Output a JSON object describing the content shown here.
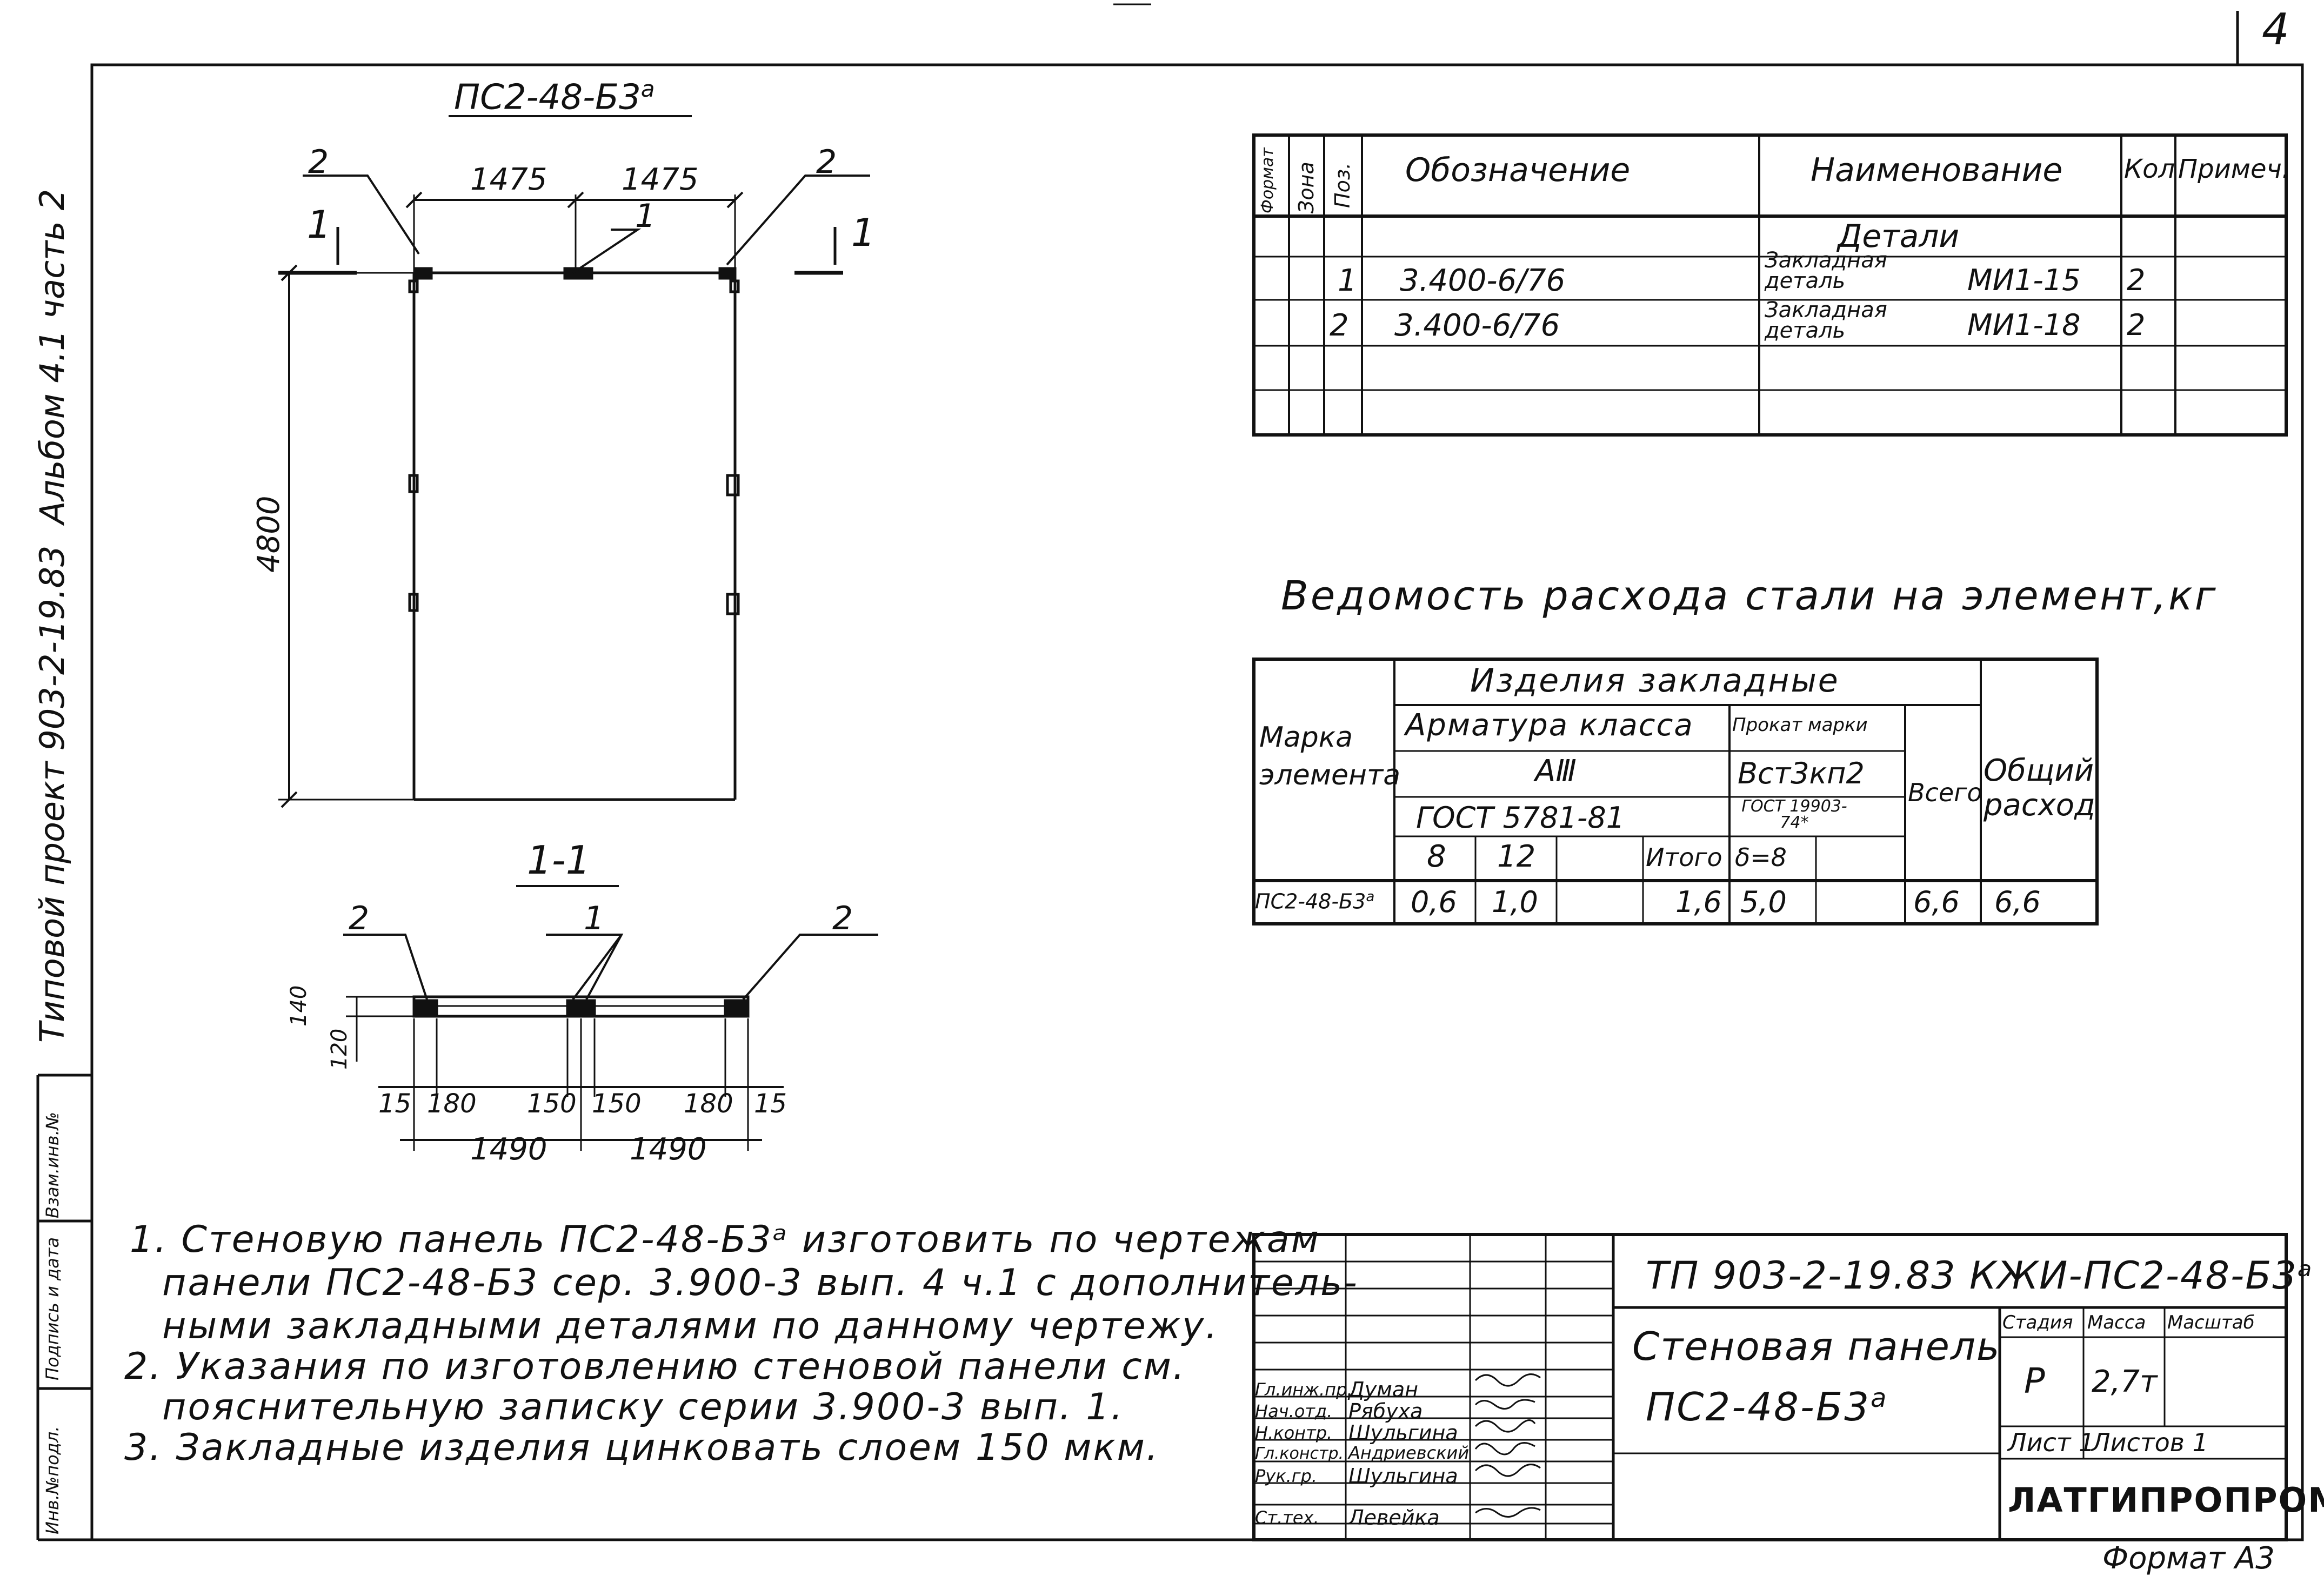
{
  "page": {
    "sheet_number": "4",
    "format": "Формат А3"
  },
  "side": {
    "project": "Типовой проект 903-2-19.83",
    "album": "Альбом 4.1 часть 2",
    "inv_podl": "Инв.№подл.",
    "podp_data": "Подпись и дата",
    "vzam_inv": "Взам.инв.№"
  },
  "plan": {
    "title": "ПС2-48-Б3",
    "title_sup": "a",
    "dim_left": "1475",
    "dim_right": "1475",
    "height": "4800",
    "callout_left": "2",
    "callout_mid": "1",
    "callout_right": "2",
    "section_left": "1",
    "section_right": "1"
  },
  "section": {
    "title": "1-1",
    "callout_left": "2",
    "callout_mid": "1",
    "callout_right": "2",
    "dim_140": "140",
    "dim_120": "120",
    "dims_bottom": [
      "15",
      "180",
      "150",
      "150",
      "180",
      "15"
    ],
    "dim_1490_a": "1490",
    "dim_1490_b": "1490"
  },
  "spec": {
    "h_format": "Формат",
    "h_zona": "Зона",
    "h_poz": "Поз.",
    "h_oboz": "Обозначение",
    "h_naim": "Наименование",
    "h_kol": "Кол",
    "h_prim": "Примеч.",
    "section_header": "Детали",
    "rows": [
      {
        "poz": "1",
        "oboz": "3.400-6/76",
        "naim": "Закладная деталь",
        "mark": "МИ1-15",
        "kol": "2"
      },
      {
        "poz": "2",
        "oboz": "3.400-6/76",
        "naim": "Закладная деталь",
        "mark": "МИ1-18",
        "kol": "2"
      }
    ]
  },
  "steel": {
    "title": "Ведомость расхода стали на элемент,кг",
    "h_izdelia": "Изделия закладные",
    "h_marka": "Марка элемента",
    "h_armatura": "Арматура класса",
    "h_aiii": "АⅢ",
    "h_gost1": "ГОСТ 5781-81",
    "h_prokat": "Прокат марки",
    "h_vst": "Вст3кп2",
    "h_gost2": "ГОСТ 19903-74*",
    "h_vsego": "Всего",
    "h_obshiy": "Общий расход",
    "h_8": "8",
    "h_12": "12",
    "h_itogo": "Итого",
    "h_d8": "δ=8",
    "row": {
      "marka": "ПС2-48-Б3",
      "marka_sup": "а",
      "v8": "0,6",
      "v12": "1,0",
      "itogo": "1,6",
      "d8": "5,0",
      "vsego": "6,6",
      "obshiy": "6,6"
    }
  },
  "notes": [
    "1. Стеновую панель ПС2-48-Б3ᵃ изготовить по чертежам",
    "панели ПС2-48-Б3 сер. 3.900-3 вып. 4 ч.1 с дополнитель-",
    "ными закладными деталями по данному чертежу.",
    "2. Указания по изготовлению стеновой панели см.",
    "пояснительную записку серии 3.900-3 вып. 1.",
    "3. Закладные изделия цинковать слоем 150 мкм."
  ],
  "title_block": {
    "code": "ТП 903-2-19.83  КЖИ-ПС2-48-Б3ᵃ",
    "name_line1": "Стеновая панель",
    "name_line2": "ПС2-48-Б3",
    "name_sup": "а",
    "h_stadia": "Стадия",
    "h_massa": "Масса",
    "h_masshtab": "Масштаб",
    "stadia": "Р",
    "massa": "2,7т",
    "list": "Лист 1",
    "listov": "Листов 1",
    "org": "ЛАТГИПРОПРОМ",
    "people": [
      {
        "role": "Гл.инж.пр.",
        "name": "Думан"
      },
      {
        "role": "Нач.отд.",
        "name": "Рябуха"
      },
      {
        "role": "Н.контр.",
        "name": "Шульгина"
      },
      {
        "role": "Гл.констр.",
        "name": "Андриевский"
      },
      {
        "role": "Рук.гр.",
        "name": "Шульгина"
      },
      {
        "role": "Ст.тех.",
        "name": "Левейка"
      }
    ]
  }
}
